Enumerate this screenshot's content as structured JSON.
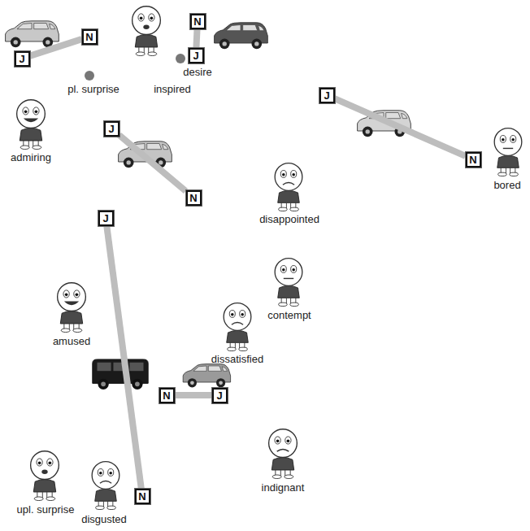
{
  "diagram": {
    "nodes": [
      {
        "text": [
          "J"
        ]
      },
      {
        "text": [
          "N"
        ]
      },
      {
        "text": [
          "N"
        ]
      },
      {
        "text": [
          "J"
        ]
      },
      {
        "text": [
          "J"
        ]
      },
      {
        "text": [
          "N"
        ]
      },
      {
        "text": [
          "J"
        ]
      },
      {
        "text": [
          "N"
        ]
      },
      {
        "text": [
          "J"
        ]
      },
      {
        "text": [
          "N"
        ]
      },
      {
        "text": [
          "N"
        ]
      },
      {
        "text": [
          "J"
        ]
      }
    ],
    "edges": [
      {
        "from": 0,
        "to": 1,
        "arrow": "none"
      },
      {
        "from": 2,
        "to": 3,
        "arrow": "none"
      },
      {
        "from": 4,
        "to": 5,
        "arrow": "none"
      },
      {
        "from": 6,
        "to": 7,
        "arrow": "none"
      },
      {
        "from": 8,
        "to": 9,
        "arrow": "none"
      },
      {
        "from": 10,
        "to": 11,
        "arrow": "none"
      }
    ],
    "labels": [
      "pl. surprise",
      "inspired",
      "desire",
      "admiring",
      "bored",
      "disappointed",
      "contempt",
      "amused",
      "dissatisfied",
      "upl. surprise",
      "disgusted",
      "indignant"
    ]
  }
}
